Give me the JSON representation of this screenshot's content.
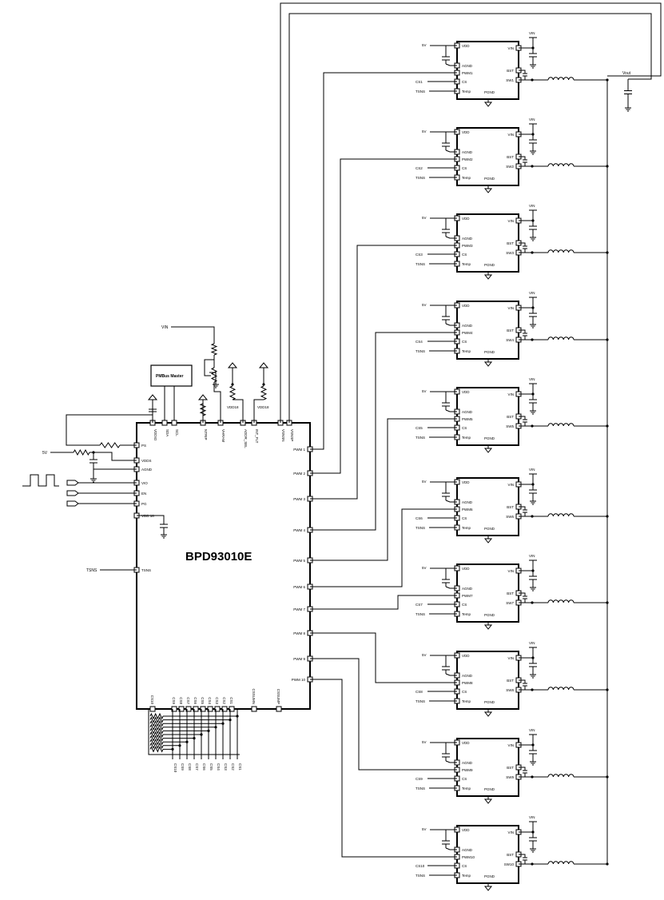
{
  "main_ic": {
    "name": "BPD93010E",
    "left_pins": [
      "PS",
      "VDDS",
      "AGND",
      "VIO",
      "EN",
      "PG",
      "VDD 18",
      "TSNS"
    ],
    "right_pins": [
      "PWM 1",
      "PWM 2",
      "PWM 3",
      "PWM 4",
      "PWM 5",
      "PWM 6",
      "PWM 7",
      "PWM 8",
      "PWM 9",
      "PWM 10"
    ],
    "top_pins": [
      "VDDIO",
      "SDA",
      "SCL",
      "NTRIP",
      "VHRAM",
      "ADDR_SEL",
      "INT_FLT",
      "VSNSN",
      "VSNSP"
    ],
    "bottom_pins": [
      "CS10",
      "CS9",
      "CS8",
      "CS7",
      "CS6",
      "CS5",
      "CS4",
      "CS3",
      "CS2",
      "CS1",
      "CSSUMN",
      "CSSUMP"
    ],
    "bottom_labels": [
      "CS10",
      "CS9",
      "CS8",
      "CS7",
      "CS6",
      "CS5",
      "CS4",
      "CS3",
      "CS2",
      "CS1"
    ]
  },
  "pmbus": "PMBus Master",
  "labels": {
    "vin": "VIN",
    "five_v": "5V",
    "tsns": "TSNS",
    "vout": "Vout",
    "vdd18_a": "VDD18",
    "vdd18_b": "VDD18"
  },
  "stage_pins": {
    "vdd": "VDD",
    "agnd": "AGND",
    "cs": "CS",
    "temp": "Temp",
    "pgnd": "PGND",
    "vin": "VIN",
    "bst": "BST"
  },
  "stages": [
    {
      "pwm": "PWM1",
      "sw": "SW1",
      "cs_net": "CS1",
      "tsns": "TSNS",
      "five_v": "5V",
      "vin": "VIN"
    },
    {
      "pwm": "PWM2",
      "sw": "SW2",
      "cs_net": "CS2",
      "tsns": "TSNS",
      "five_v": "5V",
      "vin": "VIN"
    },
    {
      "pwm": "PWM3",
      "sw": "SW3",
      "cs_net": "CS3",
      "tsns": "TSNS",
      "five_v": "5V",
      "vin": "VIN"
    },
    {
      "pwm": "PWM4",
      "sw": "SW4",
      "cs_net": "CS4",
      "tsns": "TSNS",
      "five_v": "5V",
      "vin": "VIN"
    },
    {
      "pwm": "PWM5",
      "sw": "SW5",
      "cs_net": "CS5",
      "tsns": "TSNS",
      "five_v": "5V",
      "vin": "VIN"
    },
    {
      "pwm": "PWM6",
      "sw": "SW6",
      "cs_net": "CS6",
      "tsns": "TSNS",
      "five_v": "5V",
      "vin": "VIN"
    },
    {
      "pwm": "PWM7",
      "sw": "SW7",
      "cs_net": "CS7",
      "tsns": "TSNS",
      "five_v": "5V",
      "vin": "VIN"
    },
    {
      "pwm": "PWM8",
      "sw": "SW8",
      "cs_net": "CS8",
      "tsns": "TSNS",
      "five_v": "5V",
      "vin": "VIN"
    },
    {
      "pwm": "PWM9",
      "sw": "SW9",
      "cs_net": "CS9",
      "tsns": "TSNS",
      "five_v": "5V",
      "vin": "VIN"
    },
    {
      "pwm": "PWM10",
      "sw": "SW10",
      "cs_net": "CS10",
      "tsns": "TSNS",
      "five_v": "5V",
      "vin": "VIN"
    }
  ]
}
